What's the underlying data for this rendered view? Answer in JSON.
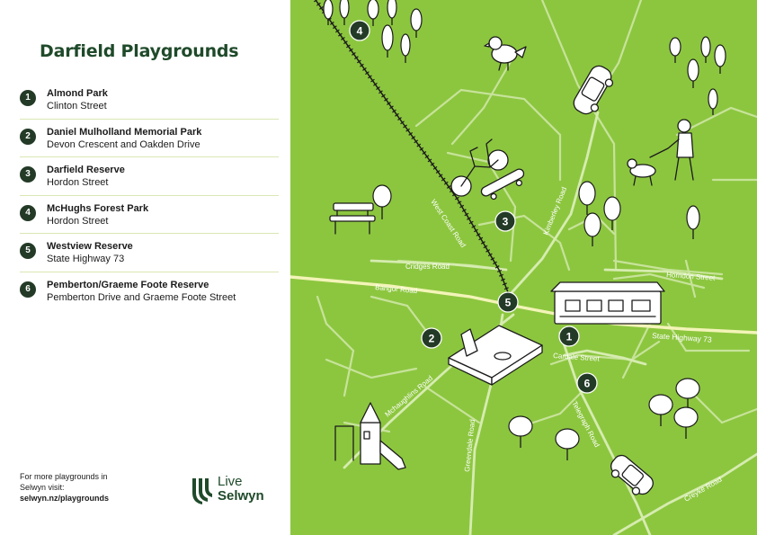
{
  "title": "Darfield Playgrounds",
  "legend": [
    {
      "num": "1",
      "name": "Almond Park",
      "street": "Clinton Street"
    },
    {
      "num": "2",
      "name": "Daniel Mulholland Memorial Park",
      "street": "Devon Crescent and Oakden Drive"
    },
    {
      "num": "3",
      "name": "Darfield Reserve",
      "street": "Hordon Street"
    },
    {
      "num": "4",
      "name": "McHughs Forest Park",
      "street": "Hordon Street"
    },
    {
      "num": "5",
      "name": "Westview Reserve",
      "street": "State Highway 73"
    },
    {
      "num": "6",
      "name": "Pemberton/Graeme Foote Reserve",
      "street": "Pemberton Drive and Graeme Foote Street"
    }
  ],
  "more": {
    "line1": "For more playgrounds in",
    "line2": "Selwyn visit:",
    "link": "selwyn.nz/playgrounds"
  },
  "logo": {
    "line1": "Live",
    "line2": "Selwyn"
  },
  "map": {
    "roads": {
      "west_coast": "West Coast Road",
      "cridges": "Cridges Road",
      "bangor": "Bangor Road",
      "kimberley": "Kimberley Road",
      "horndon": "Horndon Street",
      "sh73": "State Highway 73",
      "cardale": "Cardale Street",
      "mchaughlins": "Mchaughlins Road",
      "greendale": "Greendale Road",
      "telegraph": "Telegraph Road",
      "creyke": "Creyke Road"
    },
    "markers": [
      "1",
      "2",
      "3",
      "4",
      "5",
      "6"
    ]
  },
  "colors": {
    "map_green": "#8cc63f",
    "road_light": "#c7e39a",
    "highway": "#f3f4b8",
    "marker": "#233a27",
    "title": "#1f4a2a"
  }
}
